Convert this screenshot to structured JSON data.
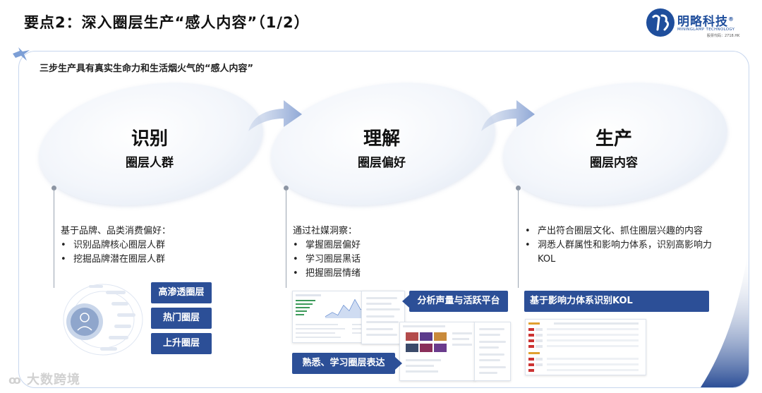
{
  "header": {
    "title": "要点2：深入圈层生产“感人内容”（1/2）"
  },
  "logo": {
    "name": "明略科技",
    "reg": "®",
    "english": "MININGLAMP TECHNOLOGY",
    "code": "股票代码：2718.HK"
  },
  "subtitle": "三步生产具有真实生命力和生活烟火气的“感人内容”",
  "stages": [
    {
      "title": "识别",
      "subtitle": "圈层人群",
      "intro": "基于品牌、品类消费偏好：",
      "bullets": [
        "识别品牌核心圈层人群",
        "挖掘品牌潜在圈层人群"
      ]
    },
    {
      "title": "理解",
      "subtitle": "圈层偏好",
      "intro": "通过社媒洞察：",
      "bullets": [
        "掌握圈层偏好",
        "学习圈层黑话",
        "把握圈层情绪"
      ]
    },
    {
      "title": "生产",
      "subtitle": "圈层内容",
      "intro": "",
      "bullets": [
        "产出符合圈层文化、抓住圈层兴趣的内容",
        "洞悉人群属性和影响力体系，识别高影响力KOL"
      ]
    }
  ],
  "tags": {
    "layer_high": "高渗透圈层",
    "layer_hot": "热门圈层",
    "layer_rising": "上升圈层",
    "analyze_platform": "分析声量与活跃平台",
    "learn_expression": "熟悉、学习圈层表达",
    "kol_identify": "基于影响力体系识别KOL"
  },
  "watermark": "大数跨境",
  "colors": {
    "tag_bg": "#2c4f97",
    "brand": "#1f4e9c",
    "panel_border": "#c7d6ee"
  }
}
